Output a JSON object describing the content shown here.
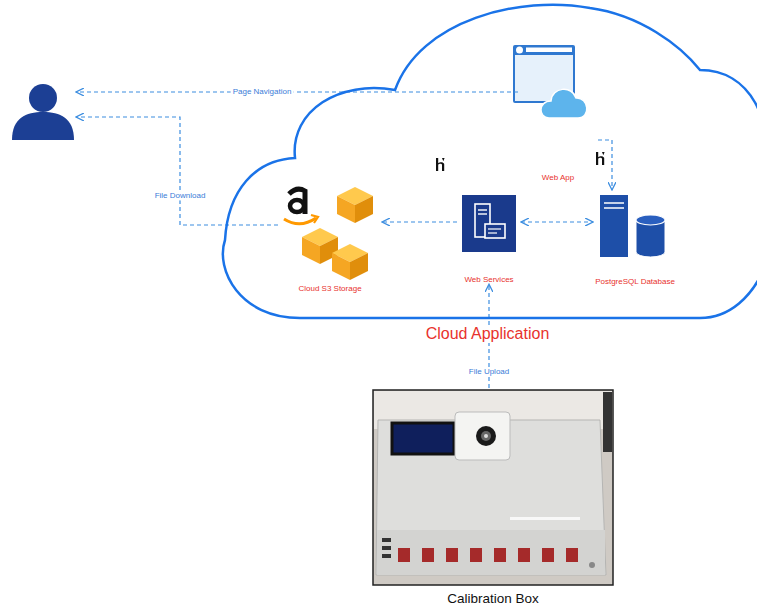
{
  "diagram": {
    "nodes": [
      {
        "text": []
      },
      {
        "text": [
          "Cloud Application"
        ]
      },
      {
        "text": [
          "Web App"
        ],
        "in": 1
      },
      {
        "text": [
          "Cloud S3 Storage"
        ],
        "in": 1
      },
      {
        "text": [
          "Web Services"
        ],
        "in": 1
      },
      {
        "text": [
          "PostgreSQL Database"
        ],
        "in": 1
      },
      {
        "text": [
          "Calibration Box"
        ]
      }
    ],
    "edges": [
      {
        "from": 2,
        "to": 0,
        "label": "Page Navigation",
        "arrow": "to"
      },
      {
        "from": 3,
        "to": 0,
        "label": "File Download",
        "arrow": "to"
      },
      {
        "from": 4,
        "to": 3,
        "arrow": "to"
      },
      {
        "from": 4,
        "to": 5,
        "arrow": "both"
      },
      {
        "from": 2,
        "to": 5,
        "arrow": "to"
      },
      {
        "from": 6,
        "to": 4,
        "label": "File Upload",
        "arrow": "to"
      }
    ]
  }
}
